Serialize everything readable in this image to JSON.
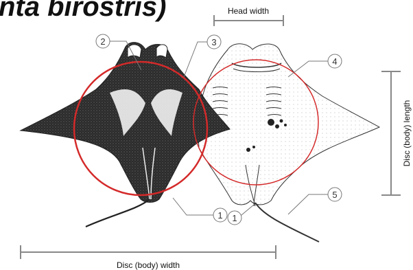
{
  "title": "nta birostris)",
  "labels": {
    "head_width": "Head width",
    "disc_length": "Disc (body) length",
    "disc_width": "Disc (body) width"
  },
  "callouts": [
    "2",
    "3",
    "4",
    "1",
    "1",
    "5"
  ],
  "colors": {
    "circle": "#d42a2a",
    "ink": "#333333",
    "dorsal_fill": "#2a2a2a",
    "ventral_fill": "#ffffff",
    "measure": "#888888"
  }
}
